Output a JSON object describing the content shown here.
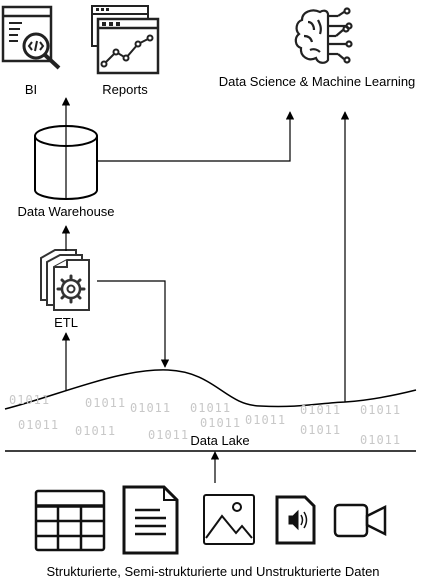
{
  "labels": {
    "bi": "BI",
    "reports": "Reports",
    "ds_ml": "Data Science & Machine Learning",
    "dwh": "Data Warehouse",
    "etl": "ETL",
    "data_lake": "Data Lake",
    "sources": "Strukturierte, Semi-strukturierte und Unstrukturierte Daten"
  },
  "binary_texts": [
    "01011",
    "01011",
    "01011",
    "01011",
    "01011",
    "01011",
    "01011",
    "01011",
    "01011",
    "01011",
    "01011",
    "01011",
    "01011"
  ],
  "icons": {
    "bi": "bi-analytics-icon",
    "reports": "reports-chart-icon",
    "ds_ml": "brain-circuit-icon",
    "dwh": "database-cylinder-icon",
    "etl": "etl-documents-gear-icon",
    "table": "table-icon",
    "document": "document-icon",
    "image": "image-icon",
    "audio": "audio-file-icon",
    "video": "video-camera-icon"
  },
  "colors": {
    "line": "#000000",
    "binary": "#c8c8c8"
  }
}
